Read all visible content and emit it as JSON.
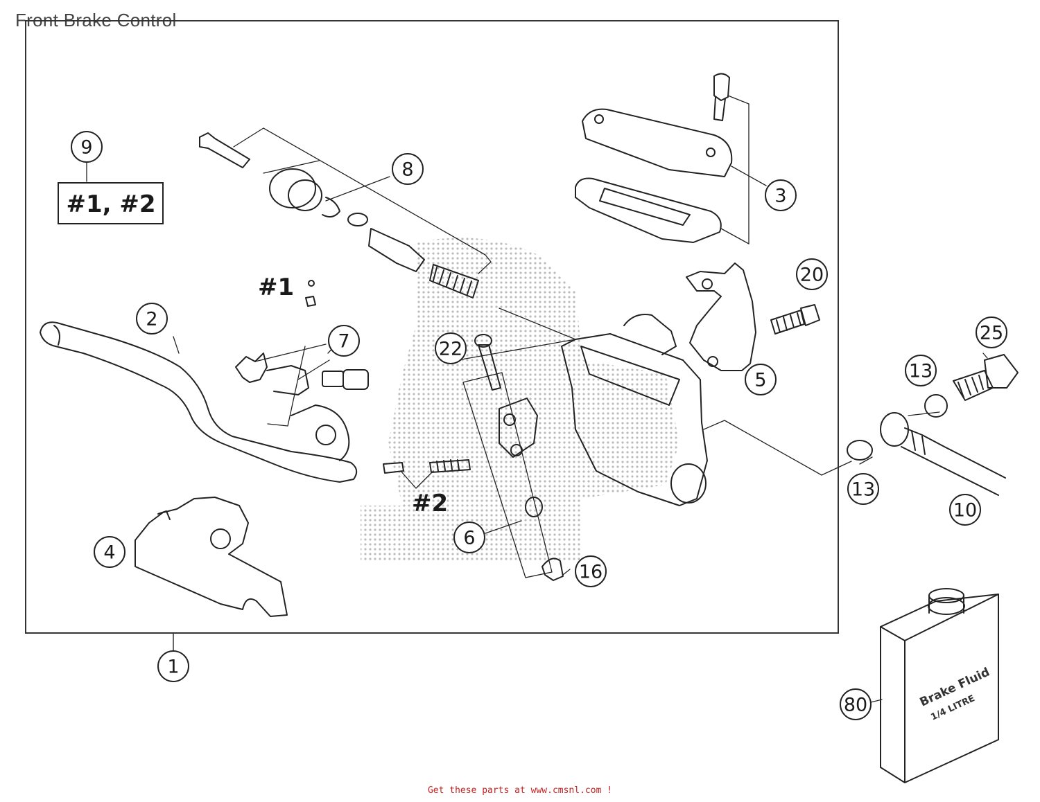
{
  "title": "Front Brake Control",
  "footer": "Get these parts at www.cmsnl.com !",
  "kit_box_text": "#1, #2",
  "symbols": {
    "s1": "#1",
    "s2": "#2"
  },
  "can_labels": {
    "line1": "Brake Fluid",
    "line2": "1/4 LITRE"
  },
  "callouts": {
    "c1": "1",
    "c2": "2",
    "c3": "3",
    "c4": "4",
    "c5": "5",
    "c6": "6",
    "c7": "7",
    "c8": "8",
    "c9": "9",
    "c10": "10",
    "c13a": "13",
    "c13b": "13",
    "c16": "16",
    "c20": "20",
    "c22": "22",
    "c25": "25",
    "c80": "80"
  },
  "colors": {
    "line": "#333333",
    "footer": "#c62020",
    "halftone": "#bdbdbd"
  }
}
